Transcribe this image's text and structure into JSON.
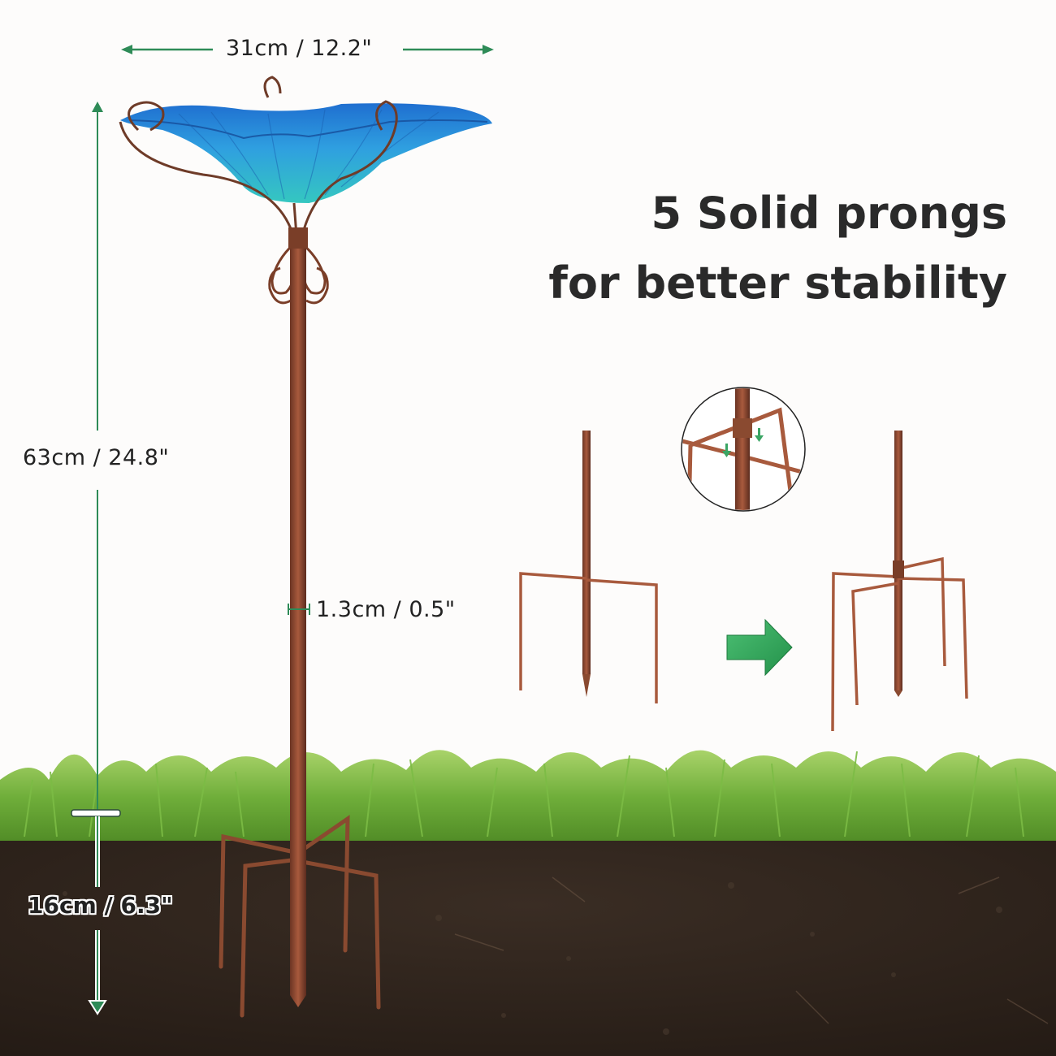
{
  "headline": {
    "line1": "5 Solid prongs",
    "line2": "for better stability"
  },
  "dimensions": {
    "width": "31cm / 12.2\"",
    "height": "63cm / 24.8\"",
    "pole_diameter": "1.3cm / 0.5\"",
    "ground_depth": "16cm / 6.3\""
  },
  "product": {
    "bowl_color": "#2fa6d8",
    "metal_color": "#8a4a30"
  },
  "diagram": {
    "before_label": "4-prong-stake",
    "after_label": "5-prong-stake",
    "arrow": "right-arrow",
    "detail_callout": "prong-connector-detail"
  },
  "colors": {
    "accent_green": "#2e8b57",
    "grass": "#6fae3a",
    "soil": "#2e241d",
    "text": "#2a2a2a"
  }
}
